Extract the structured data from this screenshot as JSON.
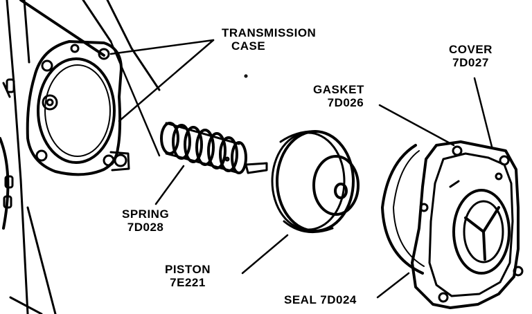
{
  "labels": {
    "transmission_case": [
      "TRANSMISSION",
      "CASE"
    ],
    "cover": [
      "COVER",
      "7D027"
    ],
    "gasket": [
      "GASKET",
      "7D026"
    ],
    "spring": [
      "SPRING",
      "7D028"
    ],
    "piston": [
      "PISTON",
      "7E221"
    ],
    "seal": "SEAL 7D024"
  },
  "colors": {
    "ink": "#000000",
    "paper": "#ffffff"
  }
}
